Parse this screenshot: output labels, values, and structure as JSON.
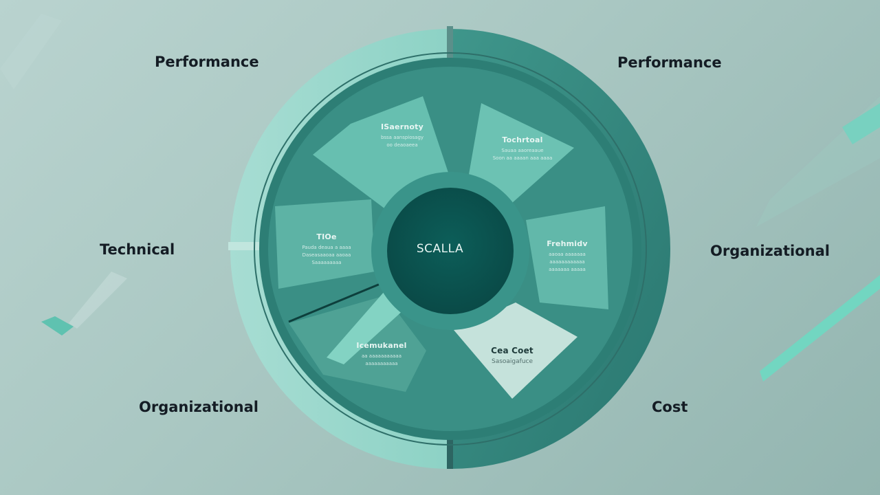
{
  "diagram": {
    "center": {
      "label": "SCALLA"
    },
    "outer_labels": [
      {
        "id": "top-left",
        "text": "Performance"
      },
      {
        "id": "top-right",
        "text": "Performance"
      },
      {
        "id": "middle-left",
        "text": "Technical"
      },
      {
        "id": "middle-right",
        "text": "Organizational"
      },
      {
        "id": "bottom-left",
        "text": "Organizational"
      },
      {
        "id": "bottom-right",
        "text": "Cost"
      }
    ],
    "segments": [
      {
        "id": "top",
        "title": "ISaernoty",
        "desc": [
          "bssa aanspiosagy",
          "oo deaoaeea"
        ]
      },
      {
        "id": "top-right",
        "title": "Tochrtoal",
        "desc": [
          "Sauaa aaoreaaue",
          "Soon aa aaaan aaa aaaa"
        ]
      },
      {
        "id": "left",
        "title": "TIOe",
        "desc": [
          "Pauda deaua a aaaa",
          "Daseasaaoaa aaoaa",
          "Saaaaaaaaa"
        ]
      },
      {
        "id": "right",
        "title": "Frehmidv",
        "desc": [
          "aaoaa aaaaaaa",
          "aaaaaaaaaaaa",
          "aaaaaaa aaaaa"
        ]
      },
      {
        "id": "bottom-left",
        "title": "Icemukanel",
        "desc": [
          "aa aaaaaaaaaaa",
          "aaaaaaaaaaa"
        ]
      },
      {
        "id": "bottom-right",
        "title": "Cea Coet",
        "desc": [
          "Sasoaigafuce"
        ]
      }
    ],
    "colors": {
      "background": "#aac8c3",
      "ring_light": "#9fd8cd",
      "ring_dark": "#2e7f76",
      "segment": "#5fb3a6",
      "center": "#0f5753",
      "highlight_segment": "#c9e3dd",
      "label_text": "#141c24"
    }
  }
}
